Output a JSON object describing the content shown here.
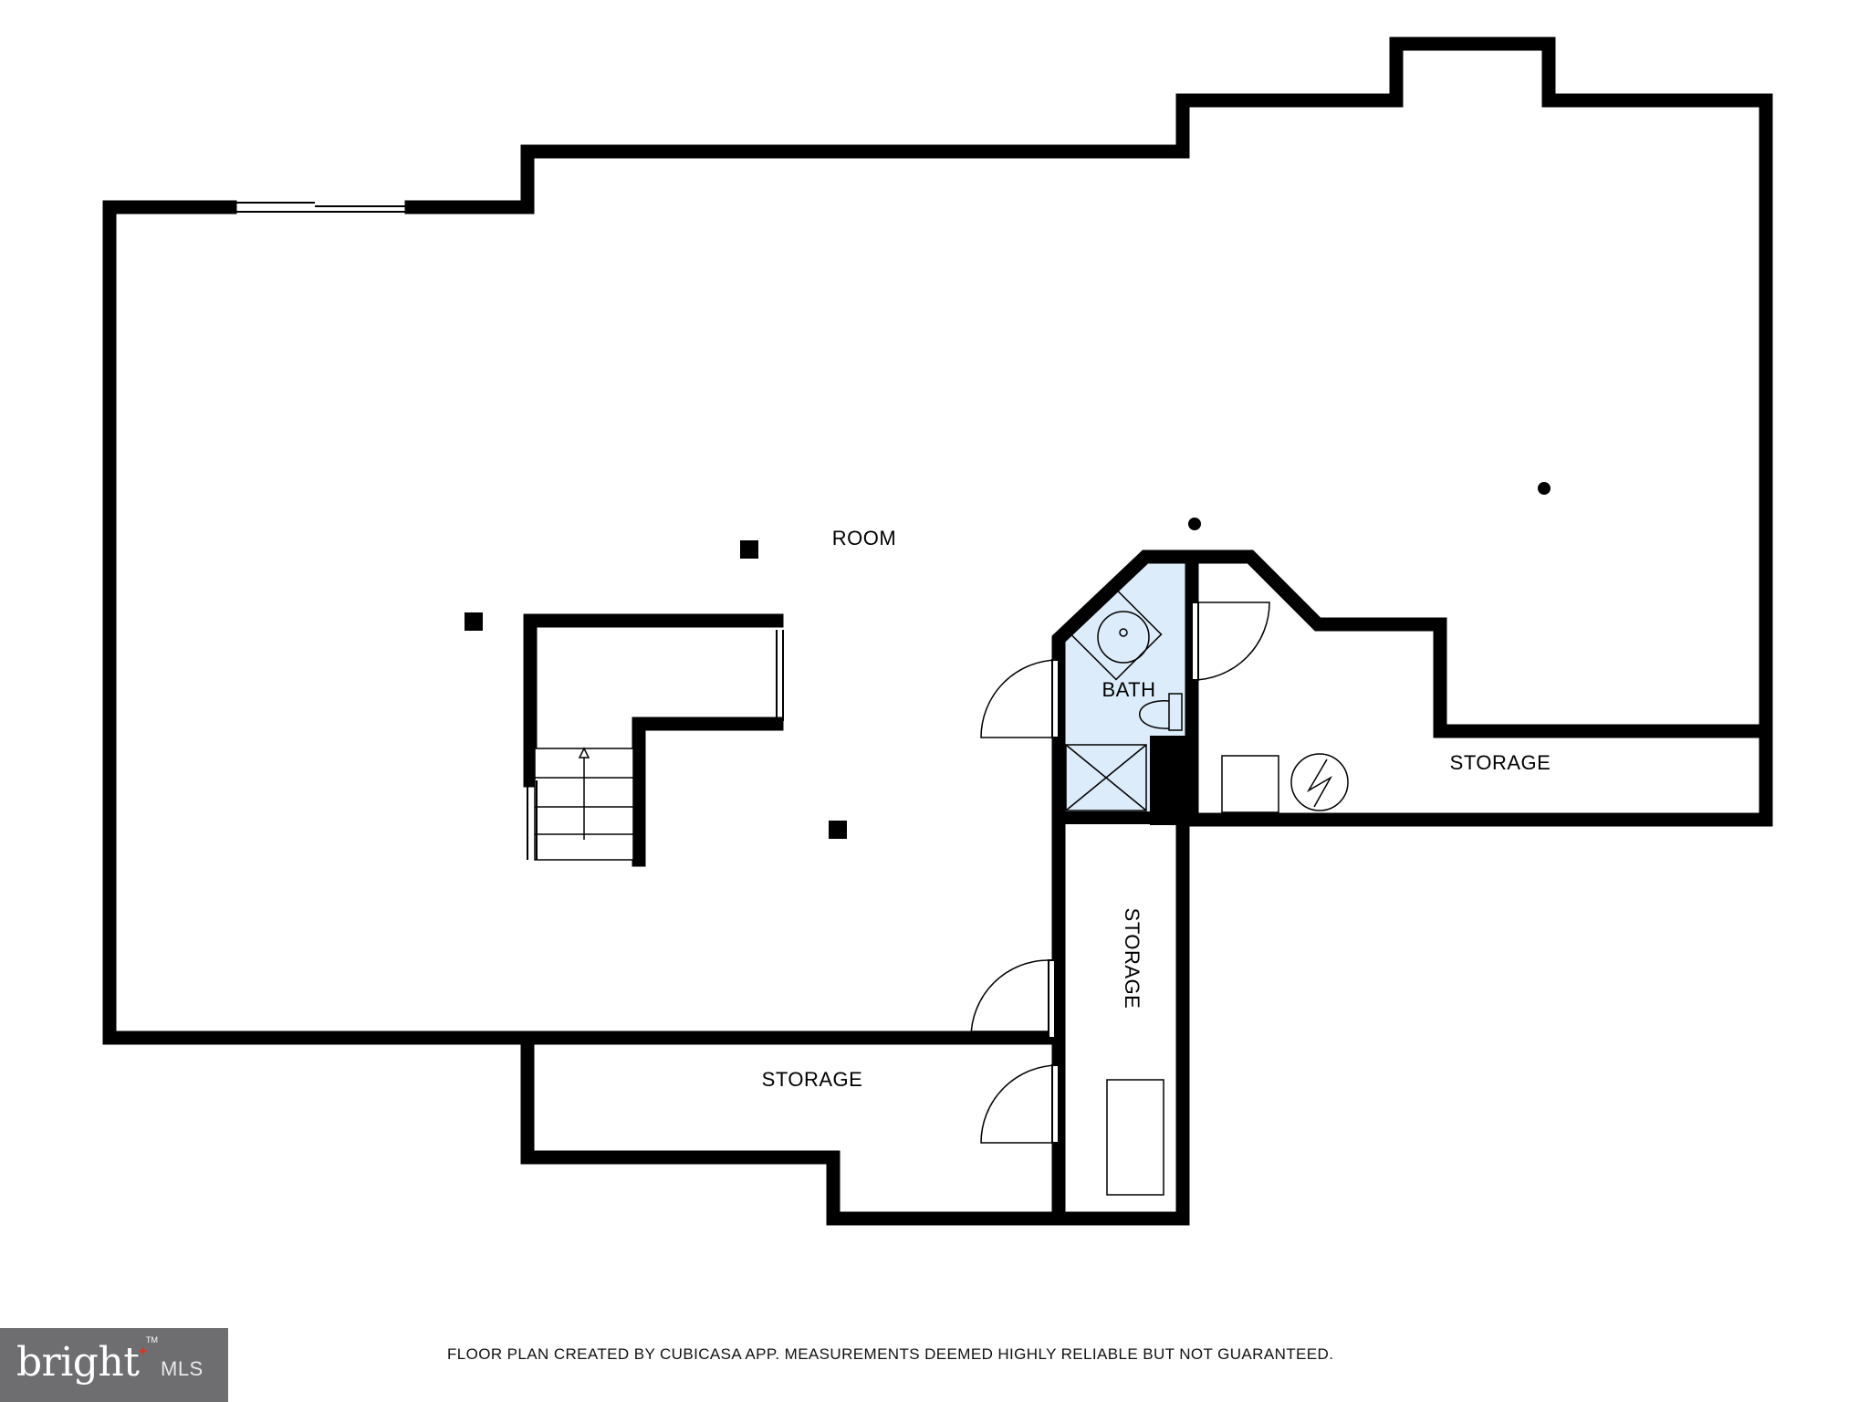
{
  "rooms": {
    "main": "ROOM",
    "bath": "BATH",
    "storage_right": "STORAGE",
    "storage_vertical": "STORAGE",
    "storage_bottom": "STORAGE"
  },
  "footer": {
    "disclaimer": "FLOOR PLAN CREATED BY CUBICASA APP. MEASUREMENTS DEEMED HIGHLY RELIABLE BUT NOT GUARANTEED."
  },
  "logo": {
    "brand": "bright",
    "mls": "MLS",
    "tm": "TM"
  },
  "colors": {
    "wall": "#000000",
    "bath_fill": "#dcecfa",
    "logo_bg": "#6e6e70",
    "logo_accent": "#d33a2c"
  }
}
